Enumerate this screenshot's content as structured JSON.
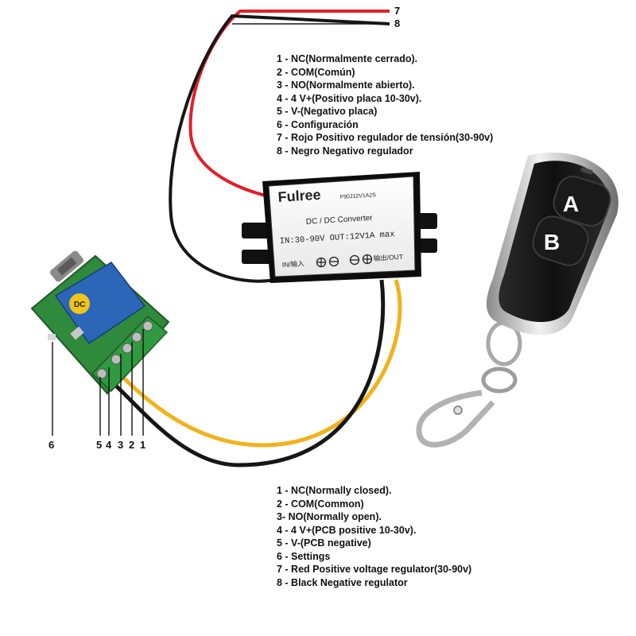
{
  "legend_es": [
    "1 - NC(Normalmente cerrado).",
    "2 - COM(Común)",
    "3 - NO(Normalmente abierto).",
    "4 - 4 V+(Positivo placa 10-30v).",
    "5 - V-(Negativo placa)",
    "6 - Configuración",
    "7 - Rojo Positivo regulador de tensión(30-90v)",
    "8 - Negro Negativo regulador"
  ],
  "legend_en": [
    "1 - NC(Normally closed).",
    "2 - COM(Common)",
    "3- NO(Normally open).",
    "4 - 4 V+(PCB positive 10-30v).",
    "5 - V-(PCB negative)",
    "6 - Settings",
    "7 - Red Positive voltage regulator(30-90v)",
    "8 - Black Negative regulator"
  ],
  "wire_labels": {
    "red": "7",
    "black": "8"
  },
  "pin_labels": {
    "p6": "6",
    "p5": "5",
    "p4": "4",
    "p3": "3",
    "p2": "2",
    "p1": "1"
  },
  "converter": {
    "brand": "Fulree",
    "model": "F90J12V1A2S",
    "title": "DC / DC Converter",
    "spec": "IN:30-90V OUT:12V1A max",
    "in_label": "IN/输入",
    "out_label": "输出/OUT"
  },
  "remote": {
    "button_a": "A",
    "button_b": "B"
  },
  "relay": {
    "brand": "DC"
  },
  "colors": {
    "wire_red": "#e0202a",
    "wire_black": "#161616",
    "wire_yellow": "#f2b21c",
    "pcb": "#2f8a3c",
    "relay": "#2c66b8"
  }
}
